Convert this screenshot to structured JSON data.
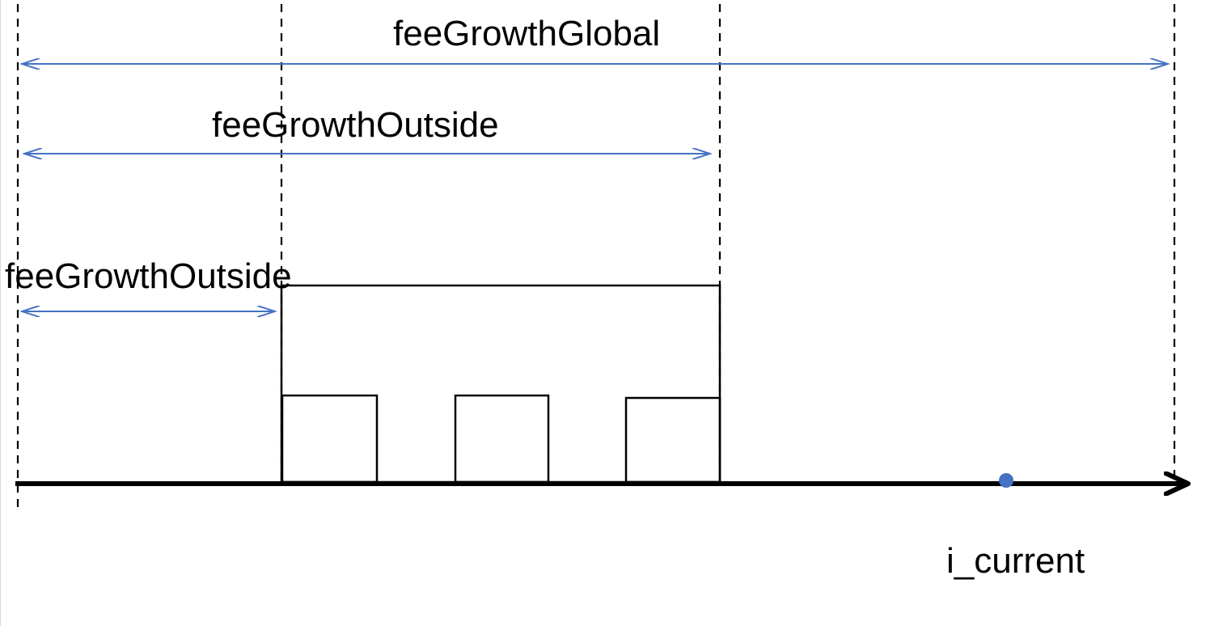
{
  "labels": {
    "fee_growth_global": "feeGrowthGlobal",
    "fee_growth_outside_upper": "feeGrowthOutside",
    "fee_growth_outside_lower": "feeGrowthOutside",
    "current_tick": "i_current"
  },
  "colors": {
    "arrow": "#4472C4",
    "axis": "#000000",
    "dashed_line": "#000000",
    "current_marker": "#4472C4"
  }
}
